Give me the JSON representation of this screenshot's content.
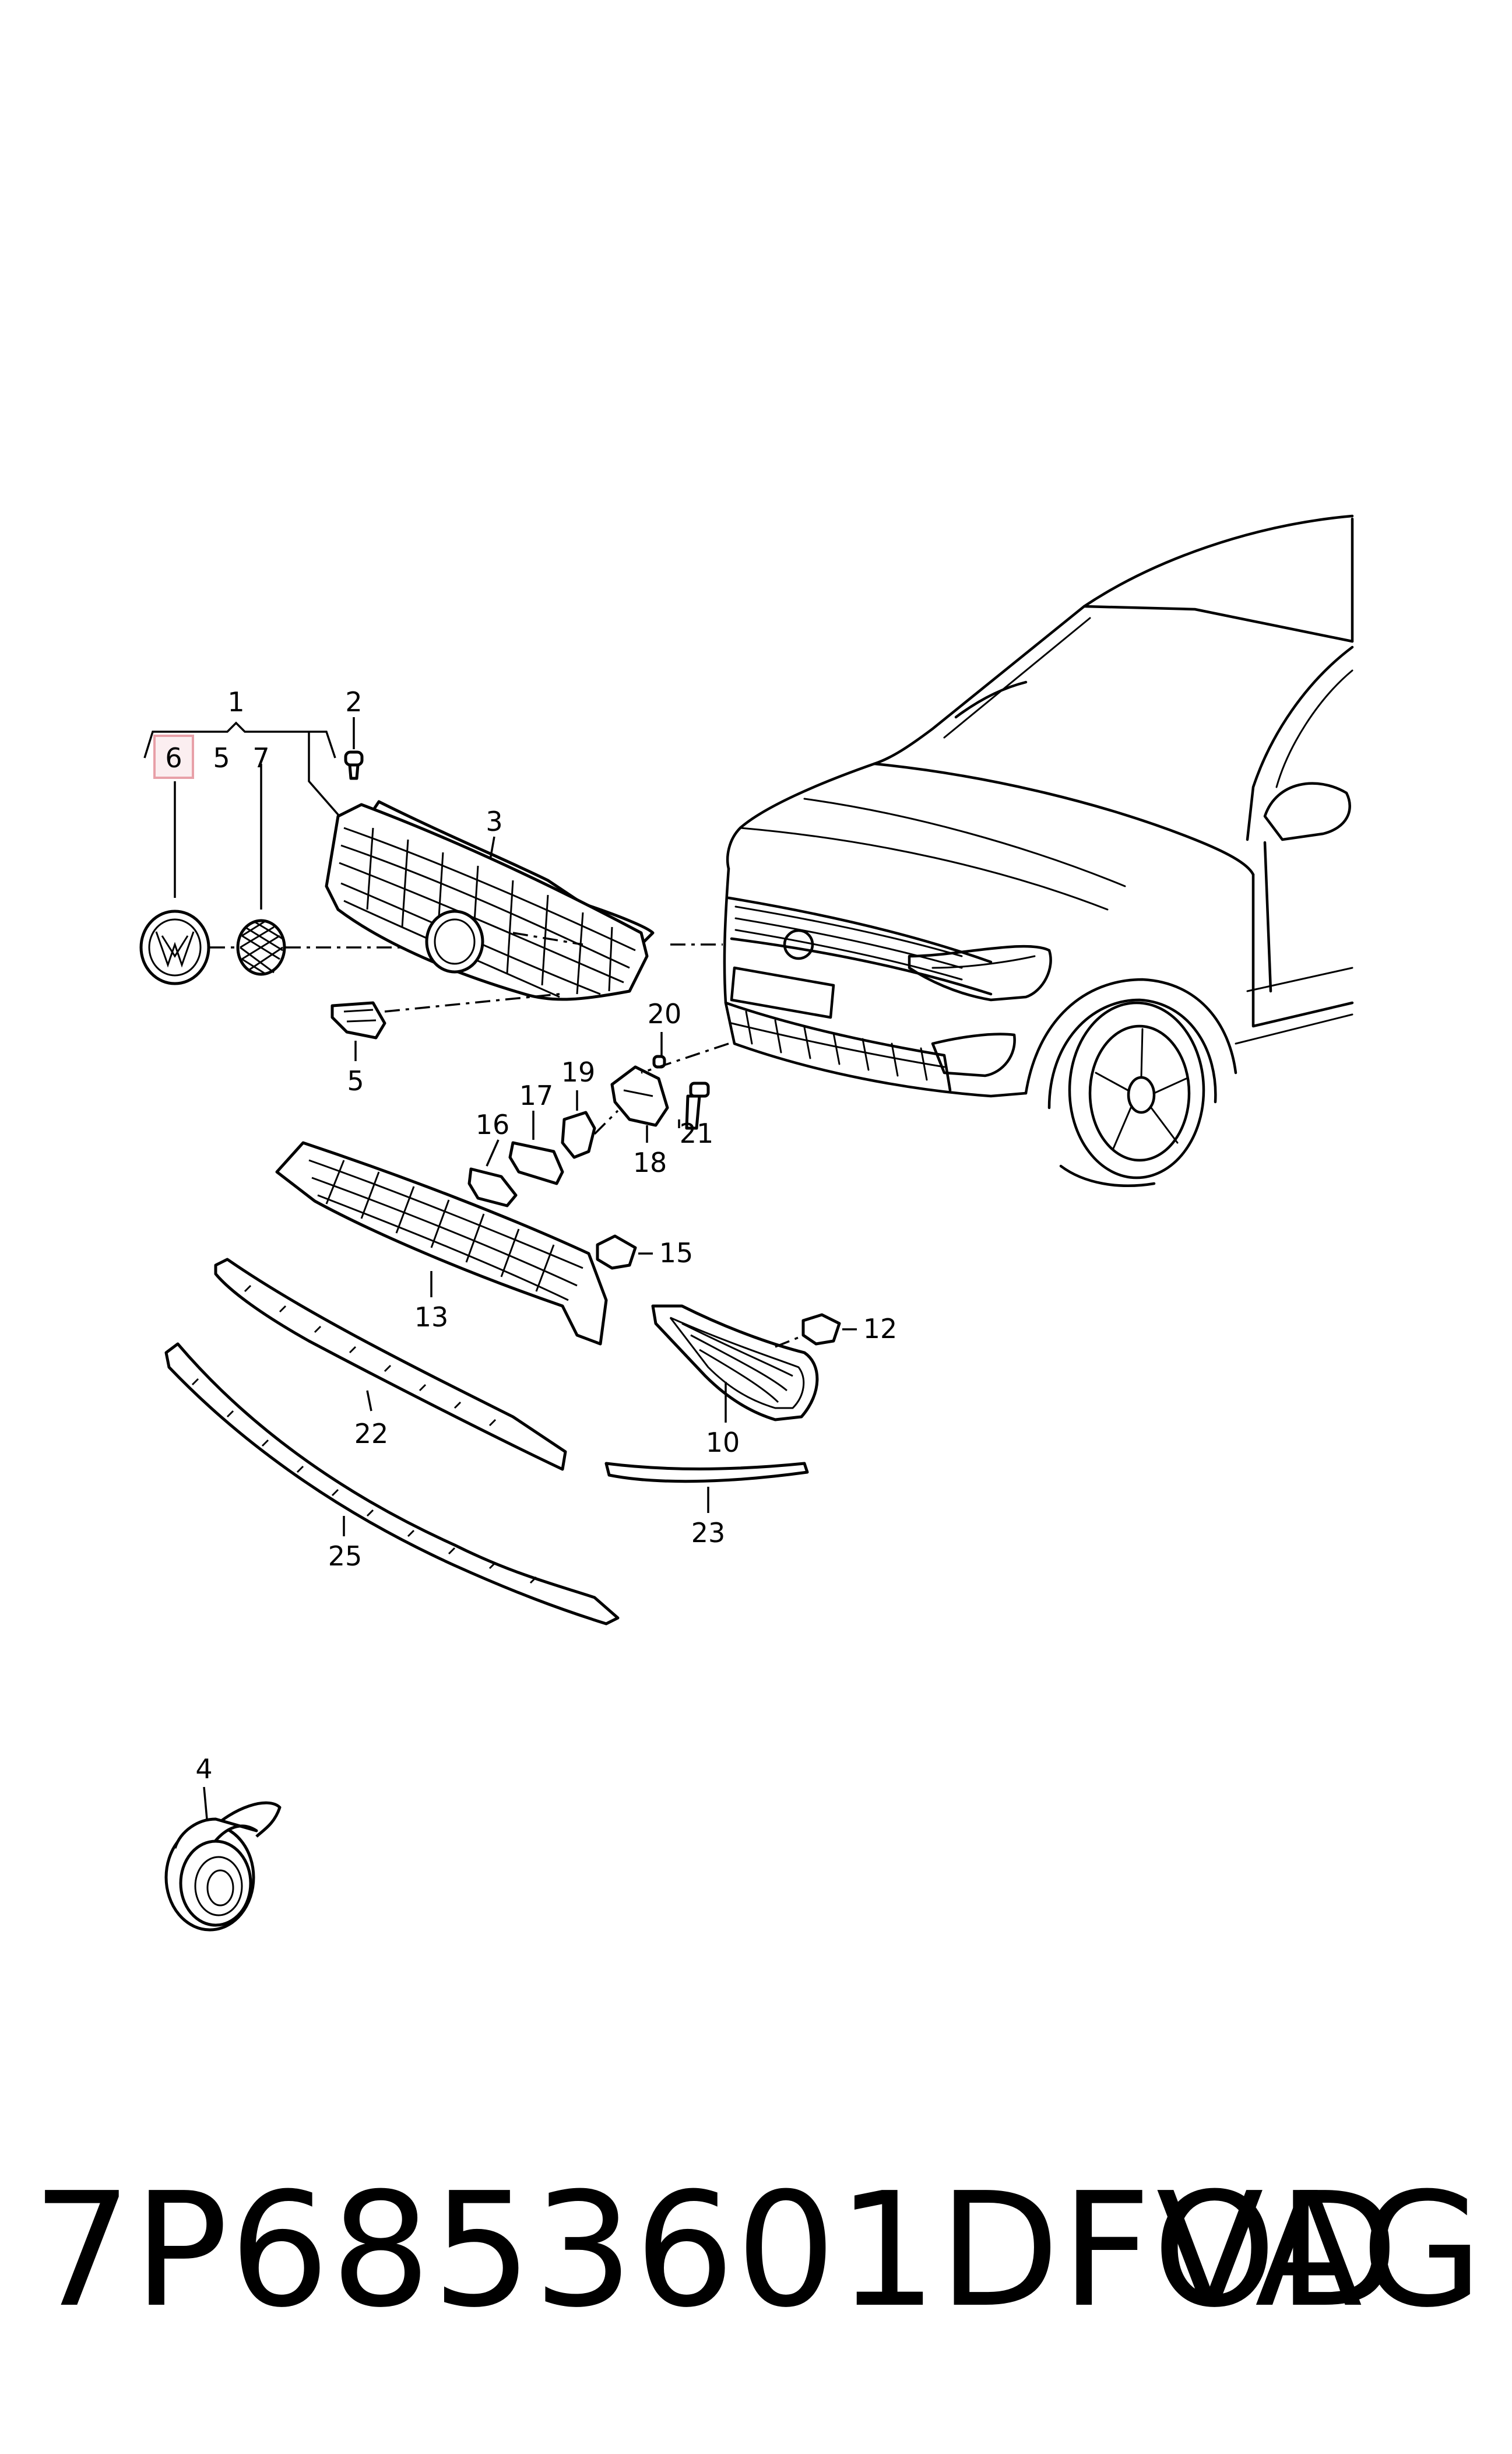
{
  "diagram": {
    "callouts": {
      "c1": "1",
      "c2": "2",
      "c3": "3",
      "c4": "4",
      "c5a": "5",
      "c5b": "5",
      "c6": "6",
      "c7": "7",
      "c10": "10",
      "c12": "12",
      "c13": "13",
      "c15": "15",
      "c16": "16",
      "c17": "17",
      "c18": "18",
      "c19": "19",
      "c20": "20",
      "c21": "21",
      "c22": "22",
      "c23": "23",
      "c25": "25"
    },
    "highlighted_callout": "6",
    "highlight_color": "#e8a0a8"
  },
  "footer": {
    "part_number": "7P6853601DFOD",
    "brand": "VAG"
  }
}
